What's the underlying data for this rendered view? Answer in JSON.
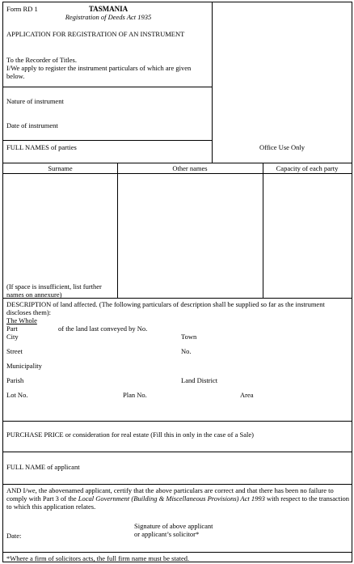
{
  "header": {
    "form_id": "Form RD 1",
    "state": "TASMANIA",
    "act": "Registration of Deeds Act 1935",
    "title": "APPLICATION FOR REGISTRATION OF AN INSTRUMENT",
    "addressee": "To the Recorder of Titles.",
    "intro": "I/We apply to register the instrument particulars of which are given below."
  },
  "instrument": {
    "nature_label": "Nature of instrument",
    "date_label": "Date of instrument"
  },
  "parties": {
    "section_label": "FULL NAMES of parties",
    "office_use": "Office Use Only",
    "col_surname": "Surname",
    "col_other_names": "Other names",
    "col_capacity": "Capacity of each party",
    "overflow_note": "(If space is insufficient, list further names on annexure)"
  },
  "land": {
    "description": "DESCRIPTION of land affected.  (The following particulars of description shall be supplied so far as the instrument discloses them):",
    "the_whole": "The Whole",
    "part": "Part",
    "last_conveyed": "of the land last conveyed by No.",
    "city": "City",
    "town": "Town",
    "street": "Street",
    "no": "No.",
    "municipality": "Municipality",
    "parish": "Parish",
    "land_district": "Land District",
    "lot_no": "Lot No.",
    "plan_no": "Plan No.",
    "area": "Area"
  },
  "purchase": {
    "label": "PURCHASE PRICE or consideration for real estate (Fill this in only in the case of a Sale)"
  },
  "applicant": {
    "label": "FULL NAME of applicant"
  },
  "certification": {
    "text_a": "AND I/we, the abovenamed applicant, certify that the above particulars are correct and that there has been no failure to comply with Part 3 of the ",
    "text_act": "Local Government (Building & Miscellaneous Provisions) Act 1993",
    "text_b": " with respect to the transaction to which this application relates.",
    "signature_line1": "Signature of above applicant",
    "signature_line2": "or applicant’s solicitor*",
    "date_label": "Date:",
    "footnote": "*Where a firm of solicitors acts, the full firm name must be stated."
  }
}
